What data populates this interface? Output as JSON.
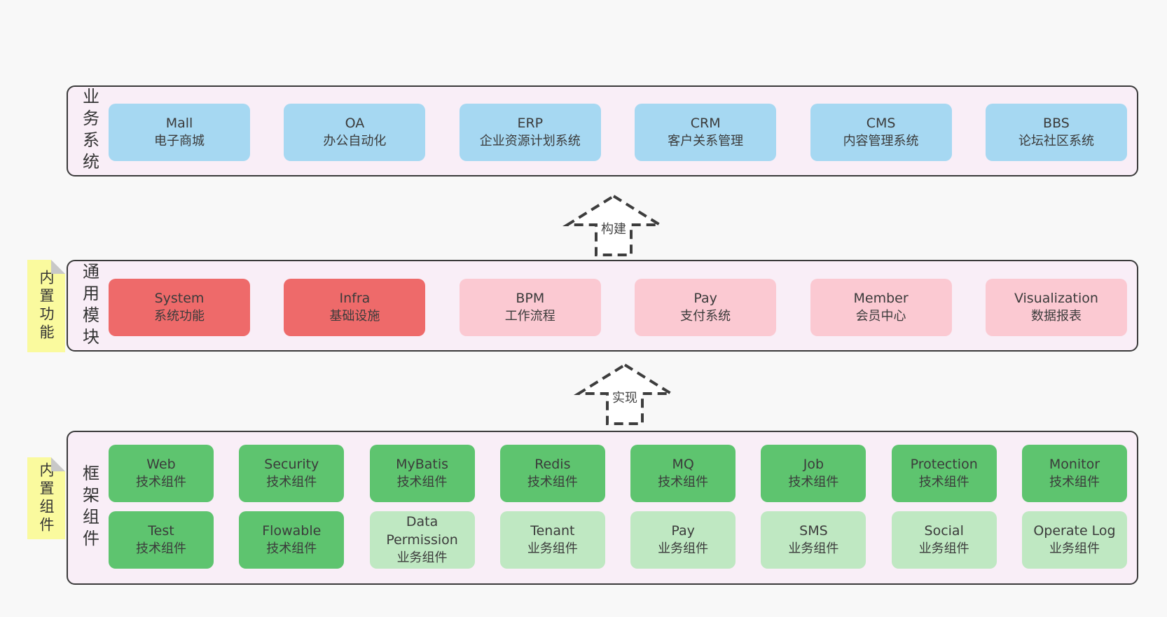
{
  "page": {
    "background": "#f8f8f8"
  },
  "colors": {
    "band_fill": "#f9eef7",
    "band_border": "#3a3a3a",
    "blue_box": "#a6d8f2",
    "red_box": "#ee6a6a",
    "pink_box": "#fbc9d2",
    "green_box": "#5ec46f",
    "light_green_box": "#bfe8c2",
    "sticky_yellow": "#fafa9e",
    "sticky_fold": "#c8c8c8",
    "text": "#3b3b3b"
  },
  "arrows": {
    "build": "构建",
    "implement": "实现"
  },
  "bands": {
    "business": {
      "label": "业务系统",
      "boxes": [
        {
          "title": "Mall",
          "subtitle": "电子商城"
        },
        {
          "title": "OA",
          "subtitle": "办公自动化"
        },
        {
          "title": "ERP",
          "subtitle": "企业资源计划系统"
        },
        {
          "title": "CRM",
          "subtitle": "客户关系管理"
        },
        {
          "title": "CMS",
          "subtitle": "内容管理系统"
        },
        {
          "title": "BBS",
          "subtitle": "论坛社区系统"
        }
      ]
    },
    "modules": {
      "label": "通用模块",
      "sticky": "内置功能",
      "boxes": [
        {
          "title": "System",
          "subtitle": "系统功能",
          "variant": "red"
        },
        {
          "title": "Infra",
          "subtitle": "基础设施",
          "variant": "red"
        },
        {
          "title": "BPM",
          "subtitle": "工作流程",
          "variant": "pink"
        },
        {
          "title": "Pay",
          "subtitle": "支付系统",
          "variant": "pink"
        },
        {
          "title": "Member",
          "subtitle": "会员中心",
          "variant": "pink"
        },
        {
          "title": "Visualization",
          "subtitle": "数据报表",
          "variant": "pink"
        }
      ]
    },
    "framework": {
      "label": "框架组件",
      "sticky": "内置组件",
      "row1": [
        {
          "title": "Web",
          "subtitle": "技术组件",
          "variant": "green"
        },
        {
          "title": "Security",
          "subtitle": "技术组件",
          "variant": "green"
        },
        {
          "title": "MyBatis",
          "subtitle": "技术组件",
          "variant": "green"
        },
        {
          "title": "Redis",
          "subtitle": "技术组件",
          "variant": "green"
        },
        {
          "title": "MQ",
          "subtitle": "技术组件",
          "variant": "green"
        },
        {
          "title": "Job",
          "subtitle": "技术组件",
          "variant": "green"
        },
        {
          "title": "Protection",
          "subtitle": "技术组件",
          "variant": "green"
        },
        {
          "title": "Monitor",
          "subtitle": "技术组件",
          "variant": "green"
        }
      ],
      "row2": [
        {
          "title": "Test",
          "subtitle": "技术组件",
          "variant": "green"
        },
        {
          "title": "Flowable",
          "subtitle": "技术组件",
          "variant": "green"
        },
        {
          "title": "Data Permission",
          "subtitle": "业务组件",
          "variant": "lightgreen"
        },
        {
          "title": "Tenant",
          "subtitle": "业务组件",
          "variant": "lightgreen"
        },
        {
          "title": "Pay",
          "subtitle": "业务组件",
          "variant": "lightgreen"
        },
        {
          "title": "SMS",
          "subtitle": "业务组件",
          "variant": "lightgreen"
        },
        {
          "title": "Social",
          "subtitle": "业务组件",
          "variant": "lightgreen"
        },
        {
          "title": "Operate Log",
          "subtitle": "业务组件",
          "variant": "lightgreen"
        }
      ]
    }
  }
}
